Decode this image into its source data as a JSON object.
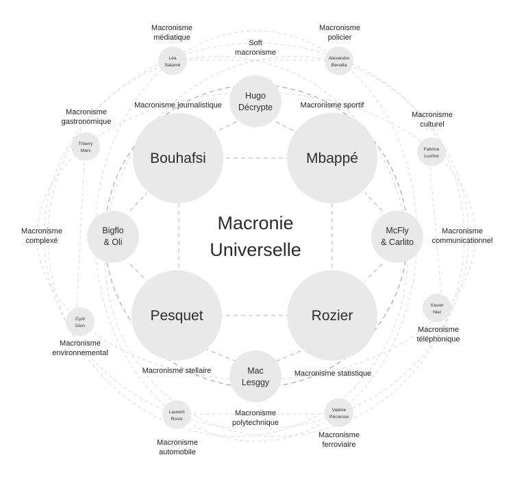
{
  "center": {
    "line1": "Macronie",
    "line2": "Universelle"
  },
  "big_nodes": {
    "bouhafsi": "Bouhafsi",
    "mbappe": "Mbappé",
    "pesquet": "Pesquet",
    "rozier": "Rozier"
  },
  "mid_nodes": {
    "hugo": [
      "Hugo",
      "Décrypte"
    ],
    "bigflo": [
      "Bigflo",
      "& Oli"
    ],
    "mcfly": [
      "McFly",
      "& Carlito"
    ],
    "mac": [
      "Mac",
      "Lesggy"
    ]
  },
  "small_nodes": {
    "lea": [
      "Léa",
      "Salamé"
    ],
    "alexandre": [
      "Alexandre",
      "Benalla"
    ],
    "thierry": [
      "Thierry",
      "Marx"
    ],
    "fabrice": [
      "Fabrice",
      "Luchini"
    ],
    "cyril": [
      "Cyril",
      "Dion"
    ],
    "xavier": [
      "Xavier",
      "Niel"
    ],
    "laurent": [
      "Laurent",
      "Rossi"
    ],
    "valerie": [
      "Valérie",
      "Pécresse"
    ]
  },
  "labels": {
    "mediatique": [
      "Macronisme",
      "médiatique"
    ],
    "policier": [
      "Macronisme",
      "policier"
    ],
    "soft": [
      "Soft",
      "macronisme"
    ],
    "journalistique": [
      "Macronisme journalistique"
    ],
    "sportif": [
      "Macronisme sportif"
    ],
    "gastronomique": [
      "Macronisme",
      "gastronomique"
    ],
    "culturel": [
      "Macronisme",
      "culturel"
    ],
    "complexe": [
      "Macronisme",
      "complexé"
    ],
    "communicationnel": [
      "Macronisme",
      "communicationnel"
    ],
    "telephonique": [
      "Macronisme",
      "téléphonique"
    ],
    "environnemental": [
      "Macronisme",
      "environnemental"
    ],
    "stellaire": [
      "Macronisme stellaire"
    ],
    "statistique": [
      "Macronisme statistique"
    ],
    "polytechnique": [
      "Macronisme",
      "polytechnique"
    ],
    "automobile": [
      "Macronisme",
      "automobile"
    ],
    "ferroviaire": [
      "Macronisme",
      "ferroviaire"
    ]
  }
}
